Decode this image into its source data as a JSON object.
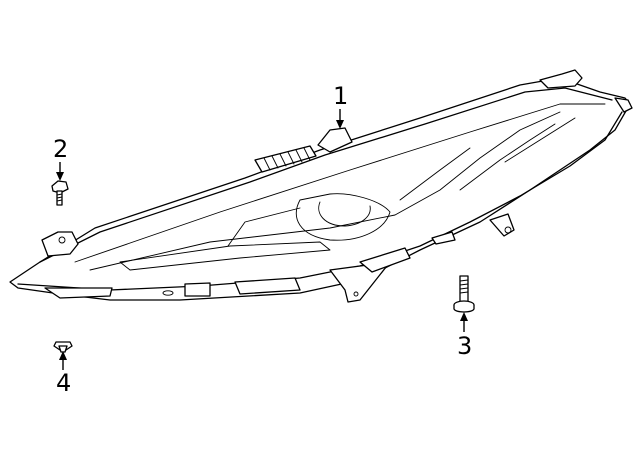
{
  "callouts": {
    "c1": "1",
    "c2": "2",
    "c3": "3",
    "c4": "4"
  },
  "parts": [
    {
      "callout": "1",
      "icon": "headlamp-assembly-icon"
    },
    {
      "callout": "2",
      "icon": "screw-icon"
    },
    {
      "callout": "3",
      "icon": "bolt-icon"
    },
    {
      "callout": "4",
      "icon": "clip-nut-icon"
    }
  ]
}
